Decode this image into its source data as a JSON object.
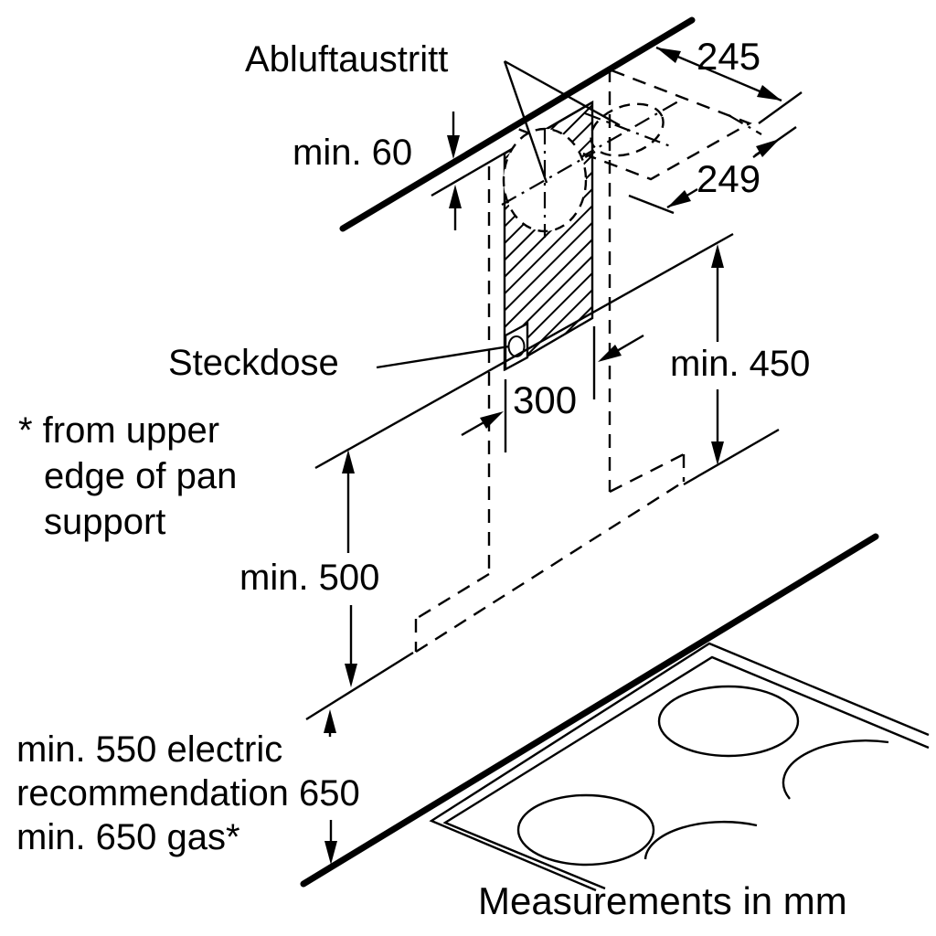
{
  "diagram": {
    "labels": {
      "air_outlet": "Abluftaustritt",
      "power_socket": "Steckdose",
      "footnote_line1": "* from upper",
      "footnote_line2": "edge of pan",
      "footnote_line3": "support",
      "hob_clearance_line1": "min. 550 electric",
      "hob_clearance_line2": "recommendation 650",
      "hob_clearance_line3": "min. 650 gas*",
      "units": "Measurements in mm"
    },
    "dims": {
      "ceiling_duct_depth": "245",
      "ceiling_duct_width": "249",
      "ceiling_gap": "min. 60",
      "bracket_width": "300",
      "shelf_clearance": "min. 450",
      "hood_bottom_clearance": "min. 500"
    },
    "colors": {
      "ink": "#000000",
      "paper": "#ffffff"
    }
  }
}
